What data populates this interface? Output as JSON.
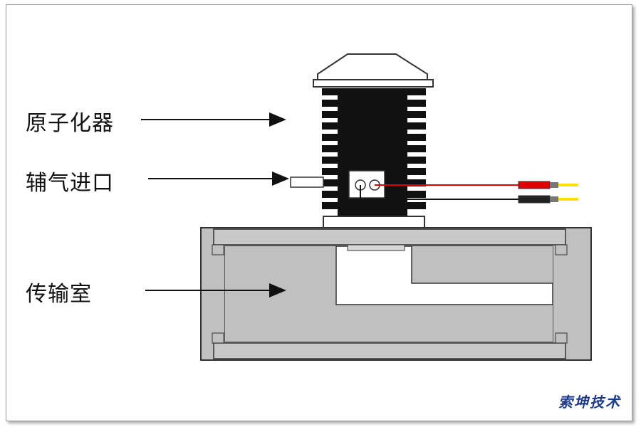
{
  "labels": {
    "atomizer": "原子化器",
    "aux_gas_inlet": "辅气进口",
    "transfer_chamber": "传输室"
  },
  "watermark": "索坤技术",
  "colors": {
    "chamber_fill": "#c0c0c0",
    "chamber_stroke": "#333333",
    "fins": "#111111",
    "red_wire": "#e00000",
    "black_wire": "#111111",
    "connector_tip": "#ffe000",
    "watermark": "#1b3a8c"
  }
}
